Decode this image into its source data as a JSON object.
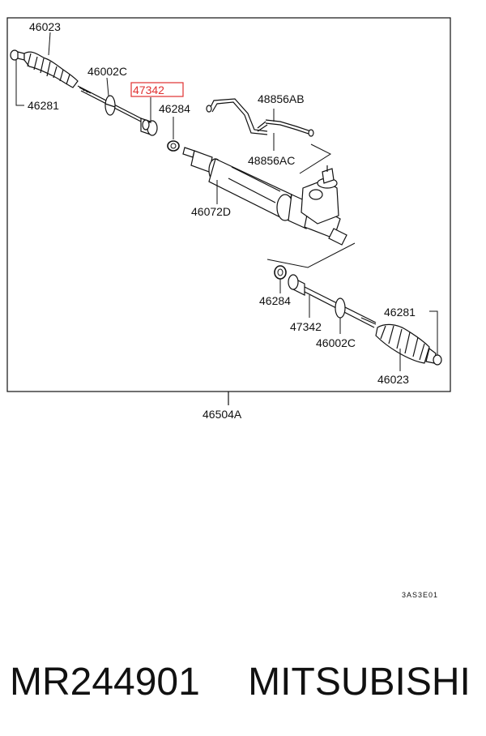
{
  "diagram": {
    "part_labels": {
      "boot_top": "46023",
      "clip_top": "46281",
      "rod_top": "46002C",
      "end_top": "47342",
      "ring_top": "46284",
      "pipe_a": "48856AB",
      "pipe_c": "48856AC",
      "housing": "46072D",
      "ring_bottom": "46284",
      "end_bottom": "47342",
      "rod_bottom": "46002C",
      "clip_bottom": "46281",
      "boot_bottom": "46023",
      "assembly": "46504A"
    },
    "reference_code": "3AS3E01",
    "highlight_color": "#e03030"
  },
  "footer": {
    "part_number": "MR244901",
    "brand": "MITSUBISHI"
  }
}
